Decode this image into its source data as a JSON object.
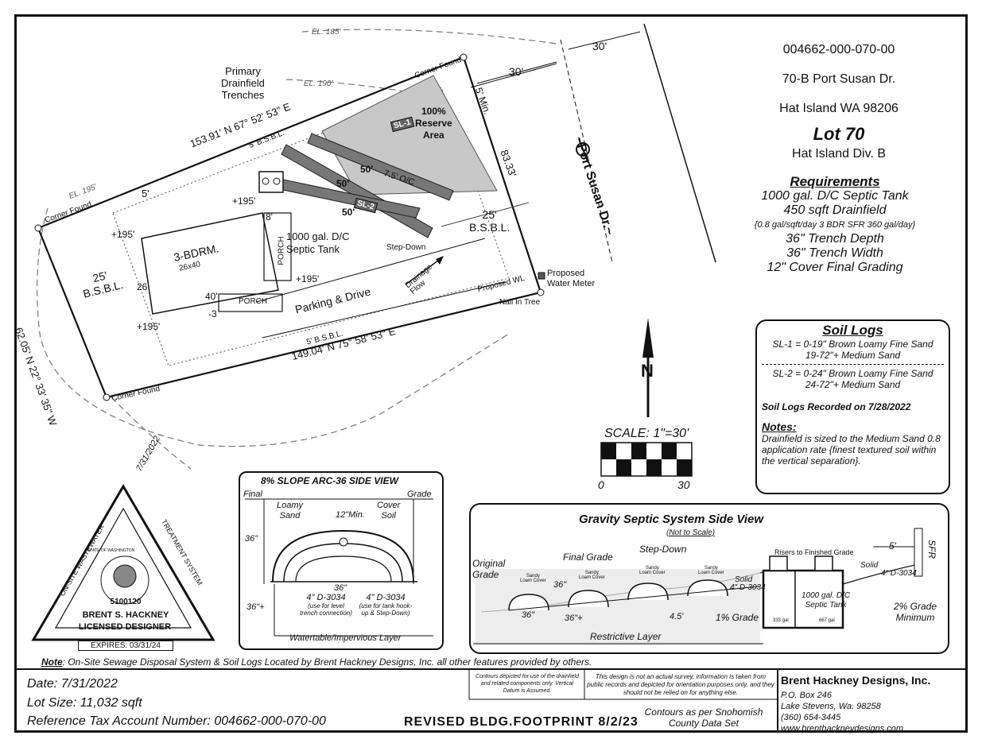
{
  "header": {
    "parcel": "004662-000-070-00",
    "address": "70-B Port Susan Dr.",
    "city": "Hat Island WA 98206",
    "lot": "Lot 70",
    "division": "Hat Island Div. B"
  },
  "requirements": {
    "title": "Requirements",
    "lines": [
      "1000 gal. D/C Septic Tank",
      "450 sqft Drainfield",
      "{0.8 gal/sqft/day 3 BDR SFR 360 gal/day}",
      "36\" Trench Depth",
      "36\" Trench Width",
      "12\" Cover Final Grading"
    ]
  },
  "site": {
    "street": "~Port Susan Dr.~",
    "primary_label": "Primary\nDrainfield\nTrenches",
    "reserve_label": "100%\nReserve\nArea",
    "trench_length": "50'",
    "trench_spacing": "7.5' O/C",
    "tank_label": "1000 gal. D/C\nSeptic Tank",
    "step_down": "Step-Down",
    "house_label": "3-BDRM.",
    "house_size": "26x40",
    "porch": "PORCH",
    "porch2": "PORCH",
    "parking": "Parking & Drive",
    "drainage": "Drainage\nFlow",
    "water_meter": "Proposed\nWater Meter",
    "proposed_wl": "Proposed WL",
    "nail_in_tree": "Nail In Tree",
    "corner_found": "Corner Found",
    "el_185": "EL. 185'",
    "el_190": "EL. 190'",
    "el_195": "EL. 195'",
    "dim_30": "30'",
    "dim_5min": "5' Min.",
    "dim_83": "83.33'",
    "dim_25": "25'",
    "bsbl": "B.S.B.L.",
    "bsbl_5": "5' B.S.B.L.",
    "dim_5": "5'",
    "bearing_north": "153.91' N 67° 52' 53\" E",
    "bearing_south": "149.04' N 75° 58' 53\" E",
    "bearing_west": "62.05' N 22° 33' 35\" W",
    "sl1": "SL-1",
    "sl2": "SL-2",
    "elev_195": "+195'",
    "dim_8": "8'",
    "dim_26": "26'",
    "dim_40": "40'",
    "dim_3": "-3",
    "north": "N",
    "centerline": "℄"
  },
  "scale": {
    "label": "SCALE: 1\"=30'",
    "min": "0",
    "max": "30"
  },
  "soil": {
    "title": "Soil Logs",
    "sl1": "SL-1 = 0-19\" Brown Loamy Fine Sand\n19-72\"+ Medium Sand",
    "sl2": "SL-2 = 0-24\" Brown Loamy Fine Sand\n24-72\"+ Medium Sand",
    "recorded": "Soil Logs Recorded on 7/28/2022",
    "notes_title": "Notes:",
    "notes": "Drainfield is sized to the Medium Sand 0.8 application rate {finest textured soil within the vertical separation}."
  },
  "arc": {
    "title": "8% SLOPE ARC-36 SIDE VIEW",
    "final": "Final",
    "grade": "Grade",
    "loamy": "Loamy\nSand",
    "min12": "12\"Min.",
    "cover": "Cover\nSoil",
    "h36": "36\"",
    "w36": "36\"",
    "d36": "36\"+",
    "pipe1": "4\" D-3034",
    "pipe1_note": "(use for level trench connection)",
    "pipe2": "4\" D-3034",
    "pipe2_note": "(use for tank hook-up & Step-Down)",
    "watertable": "Watertable/Impervious Layer"
  },
  "gravity": {
    "title": "Gravity Septic System Side View",
    "subtitle": "(Not to Scale)",
    "original": "Original\nGrade",
    "final": "Final Grade",
    "step": "Step-Down",
    "risers": "Risers to Finished Grade",
    "sfr": "SFR",
    "five": "5'",
    "sandy": "Sandy\nLoam Cover",
    "solid": "Solid",
    "pipe": "4\" D-3034",
    "tank": "1000 gal. D/C\nSeptic Tank",
    "g333": "333 gal",
    "g667": "667 gal",
    "grade1": "1% Grade",
    "grade2": "2% Grade\nMinimum",
    "restrictive": "Restrictive Layer",
    "d36a": "36\"",
    "d36b": "36\"",
    "d36c": "36\"+",
    "d45": "4.5'"
  },
  "seal": {
    "date": "7/31/2022",
    "top": "ON-SITE WASTEWATER",
    "right": "TREATMENT SYSTEM",
    "state": "STATE OF WASHINGTON",
    "number": "5100120",
    "name": "BRENT S. HACKNEY",
    "role": "LICENSED DESIGNER",
    "expires": "EXPIRES: 03/31/24"
  },
  "note": {
    "label": "Note",
    "text": ": On-Site Sewage Disposal System & Soil Logs Located by Brent Hackney Designs, Inc. all other features provided by others."
  },
  "footer": {
    "date": "Date:  7/31/2022",
    "lot_size": "Lot Size:  11,032 sqft",
    "tax": "Reference Tax Account Number:  004662-000-070-00",
    "revised": "REVISED BLDG.FOOTPRINT 8/2/23",
    "contours_note": "Contours depicted for use of the drainfield and related components only. Vertical Datum is Assumed.",
    "disclaimer": "This design is not an actual survey, information is taken from public records and depicted for orientation purposes only, and they should not be relied on for anything else.",
    "contours": "Contours as per Snohomish County Data Set",
    "company": "Brent Hackney Designs, Inc.",
    "po": "P.O. Box 246",
    "city": "Lake Stevens, Wa. 98258",
    "phone": "(360) 654-3445",
    "web": "www.brenthackneydesigns.com"
  }
}
